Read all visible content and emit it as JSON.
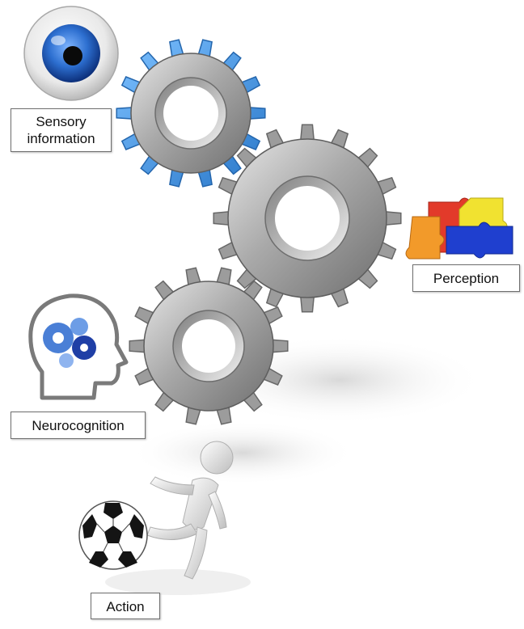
{
  "labels": {
    "sensory_line1": "Sensory",
    "sensory_line2": "information",
    "perception": "Perception",
    "neurocognition": "Neurocognition",
    "action": "Action"
  },
  "icons": {
    "eye": "eye-icon",
    "puzzle": "puzzle-icon",
    "head": "head-with-gears-icon",
    "figure": "figure-kicking-ball-icon",
    "ball": "soccer-ball-icon"
  },
  "colors": {
    "gear_blue": "#3d8fdb",
    "gear_gray": "#9a9a9a",
    "iris_blue": "#2d6fd0",
    "puzzle_red": "#e23a2a",
    "puzzle_yellow": "#f1e230",
    "puzzle_orange": "#f29a2a",
    "puzzle_blue": "#1f3fcf"
  }
}
